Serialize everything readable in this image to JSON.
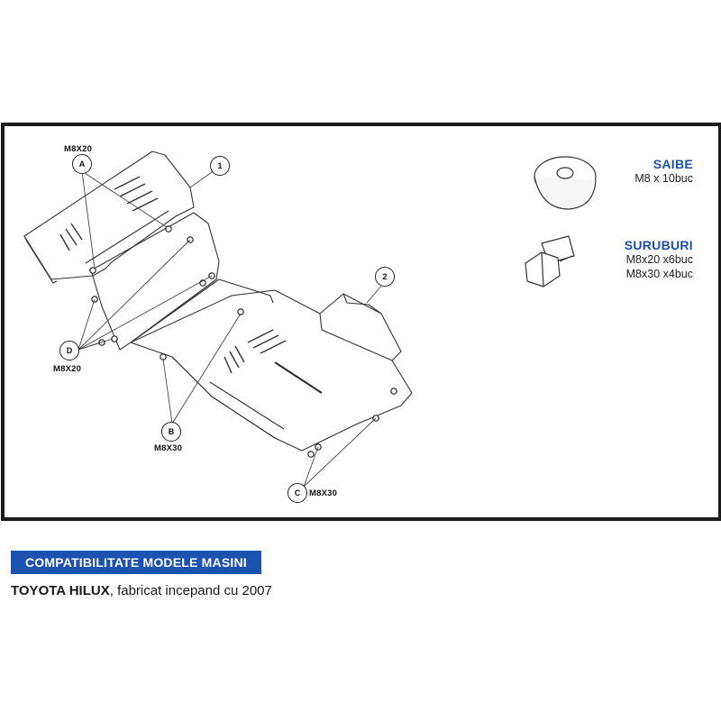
{
  "labels": {
    "a_bolt": "M8X20",
    "d_bolt": "M8X20",
    "b_bolt": "M8X30",
    "c_bolt": "M8X30"
  },
  "callouts": {
    "a": "A",
    "b": "B",
    "c": "C",
    "d": "D",
    "part1": "1",
    "part2": "2"
  },
  "legend": {
    "washers_title": "SAIBE",
    "washers_qty": "M8 x 10buc",
    "screws_title": "SURUBURI",
    "screws_qty_1": "M8x20 x6buc",
    "screws_qty_2": "M8x30 x4buc"
  },
  "banner": {
    "title": "COMPATIBILITATE MODELE MASINI"
  },
  "compat": {
    "model": "TOYOTA HILUX",
    "detail": ", fabricat incepand cu 2007"
  },
  "colors": {
    "accent": "#1d53b0",
    "frame": "#1b1b1b"
  }
}
